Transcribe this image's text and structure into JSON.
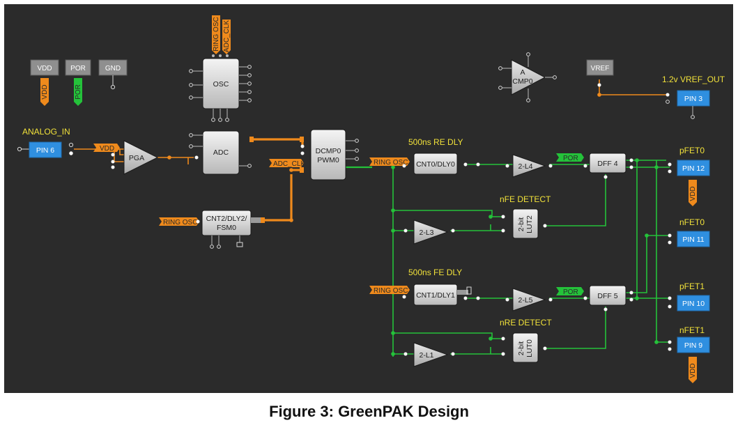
{
  "caption": "Figure 3: GreenPAK Design",
  "labels": {
    "analog_in": "ANALOG_IN",
    "re_dly": "500ns RE DLY",
    "fe_dly": "500ns FE DLY",
    "nfe_detect": "nFE DETECT",
    "nre_detect": "nRE DETECT",
    "vref_out": "1.2v VREF_OUT",
    "pfet0": "pFET0",
    "nfet0": "nFET0",
    "pfet1": "pFET1",
    "nfet1": "nFET1"
  },
  "rails": {
    "vdd": "VDD",
    "por": "POR",
    "gnd": "GND",
    "vref": "VREF"
  },
  "blocks": {
    "osc": "OSC",
    "adc": "ADC",
    "pga": "PGA",
    "dcmp_l1": "DCMP0",
    "dcmp_l2": "PWM0",
    "cnt2_l1": "CNT2/DLY2/",
    "cnt2_l2": "FSM0",
    "cnt0": "CNT0/DLY0",
    "cnt1": "CNT1/DLY1",
    "l4": "2-L4",
    "l3": "2-L3",
    "l5": "2-L5",
    "l1": "2-L1",
    "dff4": "DFF 4",
    "dff5": "DFF 5",
    "lut2_l1": "2-bit",
    "lut2_l2": "LUT2",
    "lut0_l1": "2-bit",
    "lut0_l2": "LUT0",
    "acmp_l1": "A",
    "acmp_l2": "CMP0"
  },
  "pins": {
    "pin6": "PIN 6",
    "pin3": "PIN 3",
    "pin12": "PIN 12",
    "pin11": "PIN 11",
    "pin10": "PIN 10",
    "pin9": "PIN 9"
  },
  "tags": {
    "vdd": "VDD",
    "por": "POR",
    "ring_osc": "RING OSC",
    "adc_clk": "ADC_CLK"
  },
  "colors": {
    "canvas": "#2b2b2b",
    "green_wire": "#24c23a",
    "orange_wire": "#ef8a1c",
    "pin_blue": "#2f8fe0",
    "label_yellow": "#f2e23a"
  }
}
